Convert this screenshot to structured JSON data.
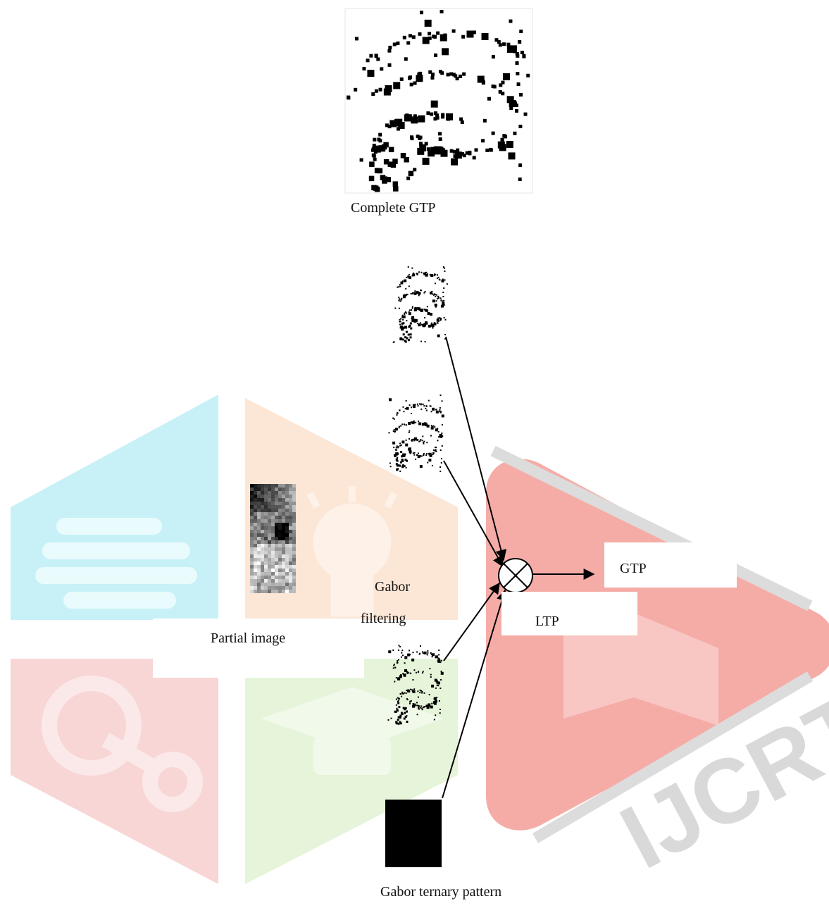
{
  "labels": {
    "complete_gtp": "Complete GTP",
    "gtp": "GTP",
    "ltp": "LTP",
    "gabor": "Gabor",
    "filtering": "filtering",
    "partial_image": "Partial image",
    "gabor_ternary_pattern": "Gabor ternary pattern"
  },
  "watermark": {
    "text": "IJCRT"
  },
  "colors": {
    "watermark_cyan": "#bfeef5",
    "watermark_orange": "#fbe2cf",
    "watermark_red": "#f6cfcf",
    "watermark_green": "#e2f2d3",
    "watermark_play_red": "#f4a7a2",
    "arrow": "#000000"
  }
}
